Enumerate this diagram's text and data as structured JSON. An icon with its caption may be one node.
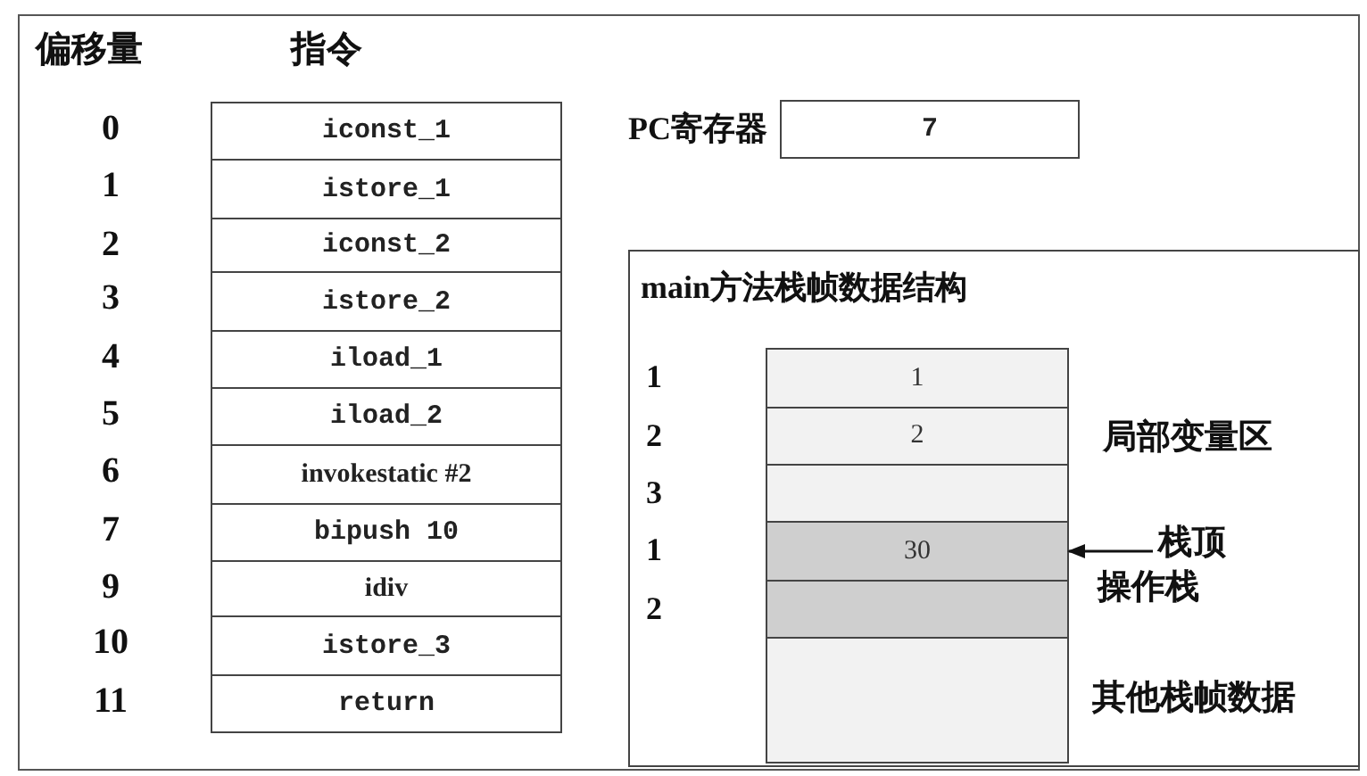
{
  "diagram": {
    "nodes": [
      {
        "text": [
          "iconst_1"
        ],
        "beside": [
          "0"
        ]
      },
      {
        "text": [
          "istore_1"
        ],
        "beside": [
          "1"
        ]
      },
      {
        "text": [
          "iconst_2"
        ],
        "beside": [
          "2"
        ]
      },
      {
        "text": [
          "istore_2"
        ],
        "beside": [
          "3"
        ]
      },
      {
        "text": [
          "iload_1"
        ],
        "beside": [
          "4"
        ]
      },
      {
        "text": [
          "iload_2"
        ],
        "beside": [
          "5"
        ]
      },
      {
        "text": [
          "invokestatic #2"
        ],
        "beside": [
          "6"
        ]
      },
      {
        "text": [
          "bipush 10"
        ],
        "beside": [
          "7"
        ]
      },
      {
        "text": [
          "idiv"
        ],
        "beside": [
          "9"
        ]
      },
      {
        "text": [
          "istore_3"
        ],
        "beside": [
          "10"
        ]
      },
      {
        "text": [
          "return"
        ],
        "beside": [
          "11"
        ]
      },
      {
        "text": [
          "7"
        ],
        "beside": [
          "PC寄存器"
        ]
      },
      {
        "text": [
          "main方法栈帧数据结构"
        ]
      },
      {
        "text": [
          "1"
        ],
        "in": 12,
        "beside": [
          "1"
        ]
      },
      {
        "text": [
          "2"
        ],
        "in": 12,
        "beside": [
          "2"
        ]
      },
      {
        "text": [],
        "shape": "box",
        "in": 12,
        "beside": [
          "3"
        ]
      },
      {
        "text": [
          "30"
        ],
        "in": 12,
        "beside": [
          "1"
        ]
      },
      {
        "text": [],
        "shape": "box",
        "in": 12,
        "beside": [
          "2"
        ]
      },
      {
        "text": [],
        "shape": "box",
        "in": 12
      },
      {
        "text": [
          "栈顶"
        ],
        "in": 12
      }
    ],
    "edges": [
      {
        "from": 19,
        "to": 16,
        "arrow": "to"
      }
    ],
    "labels": [
      "偏移量",
      "指令",
      "局部变量区",
      "操作栈",
      "其他栈帧数据"
    ]
  }
}
